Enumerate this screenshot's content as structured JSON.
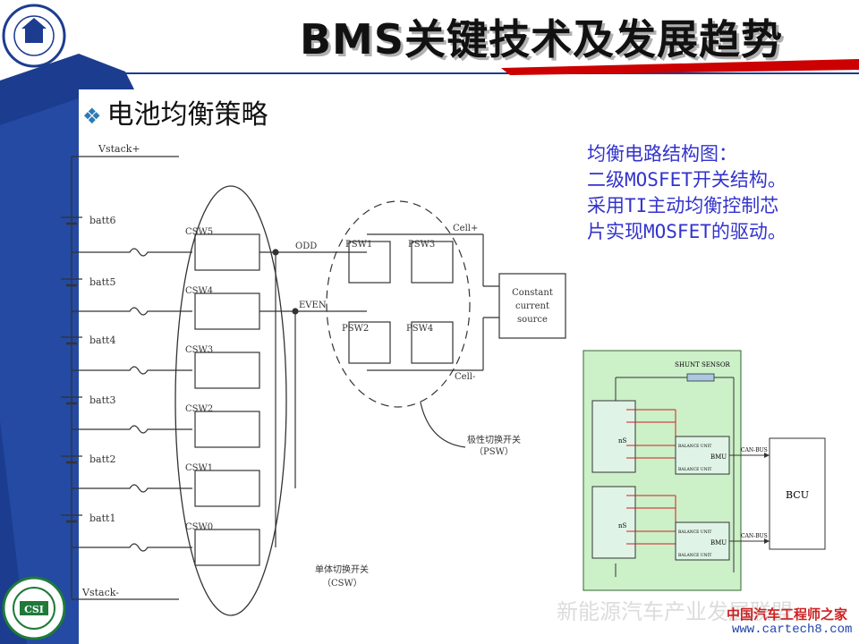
{
  "slide": {
    "title": "BMS关键技术及发展趋势",
    "bullet": "电池均衡策略",
    "description": "均衡电路结构图：\n二级MOSFET开关结构。\n采用TI主动均衡控制芯\n片实现MOSFET的驱动。"
  },
  "logos": {
    "top_left": "university-seal",
    "bottom_left": "CSI seal"
  },
  "circuit": {
    "vstack_plus": "Vstack+",
    "vstack_minus": "Vstack-",
    "batteries": [
      "batt6",
      "batt5",
      "batt4",
      "batt3",
      "batt2",
      "batt1"
    ],
    "csw": [
      "CSW5",
      "CSW4",
      "CSW3",
      "CSW2",
      "CSW1",
      "CSW0"
    ],
    "odd": "ODD",
    "even": "EVEN",
    "psw": [
      "PSW1",
      "PSW3",
      "PSW2",
      "PSW4"
    ],
    "cell_plus": "Cell+",
    "cell_minus": "Cell-",
    "source": [
      "Constant",
      "current",
      "source"
    ],
    "psw_label": [
      "极性切换开关",
      "（PSW）"
    ],
    "csw_label": [
      "单体切换开关",
      "（CSW）"
    ]
  },
  "system": {
    "shunt": "SHUNT SENSOR",
    "ns": "nS",
    "balance_unit": "BALANCE UNIT",
    "bmu": "BMU",
    "can_bus": "CAN-BUS",
    "bcu": "BCU"
  },
  "watermark": {
    "text": "新能源汽车产业发展联盟",
    "logo": "中国汽车工程师之家",
    "url": "www.cartech8.com"
  },
  "colors": {
    "sidebar_blue": "#1c3d8f",
    "accent_red": "#cc0000",
    "desc_blue": "#3333cc",
    "panel_green": "#ccf0c8"
  }
}
